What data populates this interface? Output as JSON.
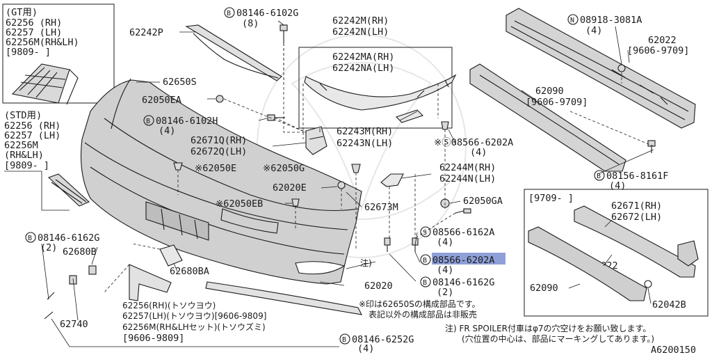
{
  "diagram_id": "A6200150",
  "callouts": {
    "gt_box": [
      "(GT用)",
      "62256 (RH)",
      "62257 (LH)",
      "62256M(RH&LH)",
      "[9809-      ]"
    ],
    "std_box": [
      "(STD用)",
      "62256 (RH)",
      "62257 (LH)",
      "62256M",
      "(RH&LH)",
      "[9809-      ]"
    ],
    "p62242p": "62242P",
    "p08146_6102g": "08146-6102G",
    "p08146_6102g_qty": "(8)",
    "p62242m": [
      "62242M(RH)",
      "62242N(LH)"
    ],
    "p62242ma": [
      "62242MA(RH)",
      "62242NA(LH)"
    ],
    "p08918": "08918-3081A",
    "p08918_qty": "(4)",
    "p62022": [
      "62022",
      "[9606-9709]"
    ],
    "p62650s": "62650S",
    "p62050ea": "62050EA",
    "p62090": [
      "62090",
      "[9606-9709]"
    ],
    "p08146_6102h": "08146-6102H",
    "p08146_6102h_qty": "(4)",
    "p62243m": [
      "62243M(RH)",
      "62243N(LH)"
    ],
    "p62671q": [
      "62671Q(RH)",
      "62672Q(LH)"
    ],
    "p08566_6202a_a": "※Ⓢ08566-6202A",
    "p08566_6202a_a_qty": "(4)",
    "p62050e": "※62050E",
    "p62050g": "※62050G",
    "p62244m": [
      "62244M(RH)",
      "62244N(LH)"
    ],
    "p08156": "08156-8161F",
    "p08156_qty": "(4)",
    "p62020e": "62020E",
    "p62050eb": "※62050EB",
    "p62673m": "62673M",
    "p62050ga": "62050GA",
    "inset_box": [
      "[9709-      ]",
      "62671(RH)",
      "62672(LH)",
      "62022",
      "62090",
      "62042B"
    ],
    "p08146_6162g_l": "08146-6162G",
    "p08146_6162g_l_qty": "(2)",
    "p62680b": "62680B",
    "p62680ba": "62680BA",
    "p08566_6162a": "08566-6162A",
    "p08566_6162a_qty": "(4)",
    "p08566_6202a_b": "08566-6202A",
    "p08566_6202a_b_qty": "(4)",
    "chu": "注)",
    "p08146_6162g_r": "08146-6162G",
    "p08146_6162g_r_qty": "(2)",
    "p62740": "62740",
    "p62020": "62020",
    "p62256_bottom": [
      "62256(RH)(トソウヨウ)",
      "62257(LH)(トソウヨウ)[9606-9809]",
      "62256M(RH&LHセット)(トソウズミ)",
      "[9606-9809]"
    ],
    "p08146_6252g": "08146-6252G",
    "p08146_6252g_qty": "(4)",
    "note_star": [
      "※印は62650Sの構成部品です。",
      "表記以外の構成部品は非販売"
    ],
    "note_chu": [
      "注) FR SPOILER付車はφ7の穴空けをお願い致します。",
      "(穴位置の中心は、部品にマーキングしてあります。)"
    ]
  }
}
